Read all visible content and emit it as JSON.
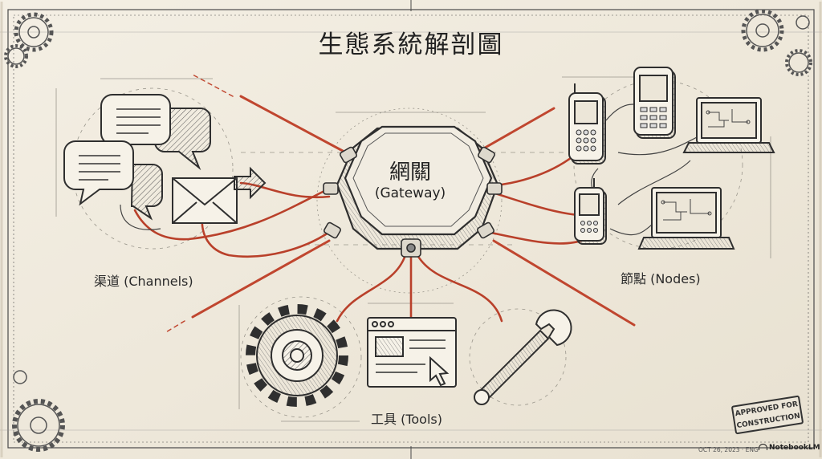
{
  "diagram": {
    "title": "生態系統解剖圖",
    "gateway": {
      "label_cn": "網關",
      "label_en": "(Gateway)"
    },
    "groups": {
      "channels": "渠道 (Channels)",
      "nodes": "節點 (Nodes)",
      "tools": "工具 (Tools)"
    },
    "icons": [
      "chat-bubble-icon",
      "envelope-icon",
      "arrow-icon",
      "mobile-phone-icon",
      "laptop-icon",
      "gear-icon",
      "browser-window-icon",
      "cursor-icon",
      "wrench-icon"
    ],
    "stamp": {
      "line1": "APPROVED FOR",
      "line2": "CONSTRUCTION"
    },
    "footer": {
      "date": "OCT 26, 2023 · ENG",
      "brand": "NotebookLM"
    },
    "colors": {
      "paper": "#efe9dc",
      "ink": "#2f2f2f",
      "wire": "#b9402a",
      "wire_light": "#c9624a"
    }
  }
}
